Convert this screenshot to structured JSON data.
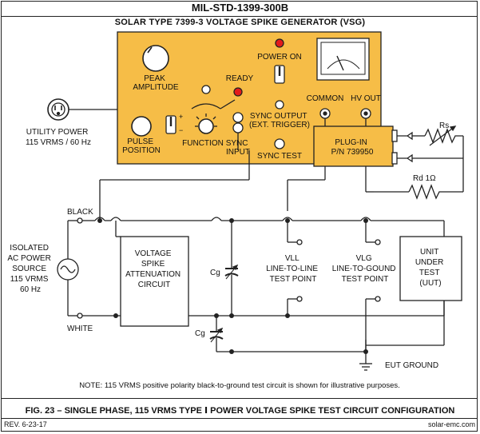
{
  "header": {
    "standard": "MIL-STD-1399-300B"
  },
  "generator": {
    "title": "SOLAR TYPE 7399-3 VOLTAGE SPIKE GENERATOR (VSG)",
    "peak_amplitude": [
      "PEAK",
      "AMPLITUDE"
    ],
    "ready": "READY",
    "power_on": "POWER ON",
    "pulse_position": [
      "PULSE",
      "POSITION"
    ],
    "function": "FUNCTION",
    "sync_input": [
      "SYNC",
      "INPUT"
    ],
    "sync_output": [
      "SYNC OUTPUT",
      "(EXT. TRIGGER)"
    ],
    "sync_test": "SYNC TEST",
    "common": "COMMON",
    "hv_out": "HV OUT",
    "plugin": [
      "PLUG-IN",
      "P/N 739950"
    ],
    "plus_sign": "+",
    "minus_sign": "−",
    "ready_color": "#e31b1b",
    "panel_color": "#f6bd47"
  },
  "utility": [
    "UTILITY POWER",
    "115 VRMS / 60 Hz"
  ],
  "source": [
    "ISOLATED",
    "AC POWER",
    "SOURCE",
    "115 VRMS",
    "60 Hz"
  ],
  "black_label": "BLACK",
  "white_label": "WHITE",
  "attenuation": [
    "VOLTAGE",
    "SPIKE",
    "ATTENUATION",
    "CIRCUIT"
  ],
  "cg_label": "Cg",
  "rs_label": "Rs",
  "rd_label": "Rd 1Ω",
  "vll": [
    "VLL",
    "LINE-TO-LINE",
    "TEST POINT"
  ],
  "vlg": [
    "VLG",
    "LINE-TO-GOUND",
    "TEST POINT"
  ],
  "uut": [
    "UNIT",
    "UNDER",
    "TEST",
    "(UUT)"
  ],
  "eut_ground": "EUT GROUND",
  "note": "NOTE: 115 VRMS positive polarity black-to-ground test circuit is shown for illustrative purposes.",
  "figure_caption": "FIG. 23 – SINGLE PHASE, 115 VRMS TYPE Ⅰ POWER VOLTAGE SPIKE TEST CIRCUIT CONFIGURATION",
  "revision": "REV. 6-23-17",
  "website": "solar-emc.com"
}
